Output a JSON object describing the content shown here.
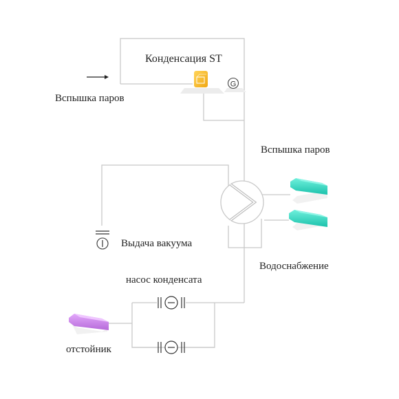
{
  "labels": {
    "condensation": "Конденсация ST",
    "flash_left": "Вспышка паров",
    "flash_right": "Вспышка паров",
    "vacuum": "Выдача вакуума",
    "water": "Водоснабжение",
    "pump": "насос конденсата",
    "settler": "отстойник"
  },
  "icons": {
    "generator": "G",
    "vacuum_symbol": "I",
    "pump_symbol": "minus-in-circle"
  },
  "colors": {
    "line": "#c8c8c8",
    "teal": "#2fd3c0",
    "purple": "#c77be8",
    "orange": "#f2b21a"
  }
}
